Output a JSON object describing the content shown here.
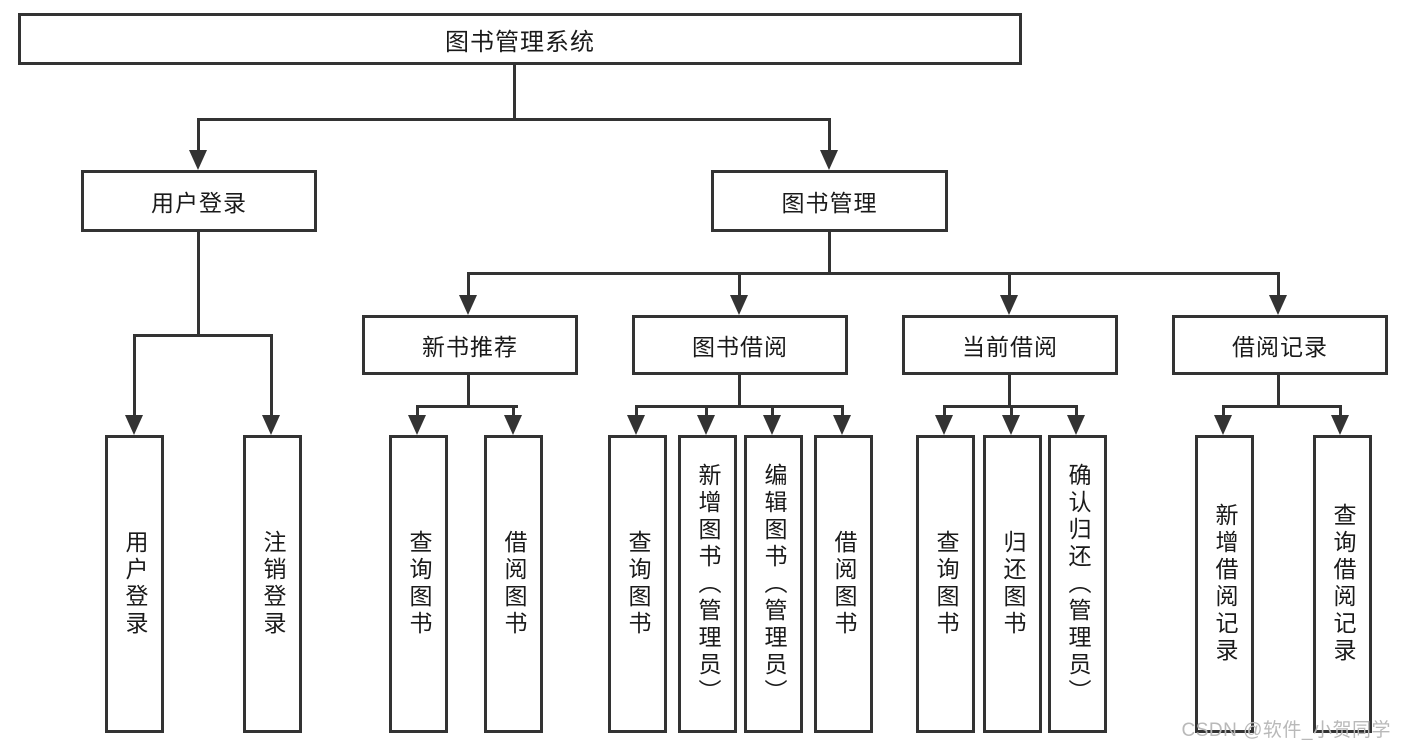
{
  "diagram": {
    "title_box": {
      "label": "图书管理系统"
    },
    "level2": [
      {
        "id": "user-login",
        "label": "用户登录"
      },
      {
        "id": "book-management",
        "label": "图书管理"
      }
    ],
    "level3": [
      {
        "id": "new-book-recommend",
        "label": "新书推荐"
      },
      {
        "id": "book-borrow",
        "label": "图书借阅"
      },
      {
        "id": "current-borrow",
        "label": "当前借阅"
      },
      {
        "id": "borrow-record",
        "label": "借阅记录"
      }
    ],
    "leaves": {
      "user_login": [
        {
          "id": "leaf-user-login",
          "label": "用户登录"
        },
        {
          "id": "leaf-logout-login",
          "label": "注销登录"
        }
      ],
      "new_book_recommend": [
        {
          "id": "leaf-query-book-1",
          "label": "查询图书"
        },
        {
          "id": "leaf-borrow-book-1",
          "label": "借阅图书"
        }
      ],
      "book_borrow": [
        {
          "id": "leaf-query-book-2",
          "label": "查询图书"
        },
        {
          "id": "leaf-add-book",
          "label": "新增图书（管理员）"
        },
        {
          "id": "leaf-edit-book",
          "label": "编辑图书（管理员）"
        },
        {
          "id": "leaf-borrow-book-2",
          "label": "借阅图书"
        }
      ],
      "current_borrow": [
        {
          "id": "leaf-query-book-3",
          "label": "查询图书"
        },
        {
          "id": "leaf-return-book",
          "label": "归还图书"
        },
        {
          "id": "leaf-confirm-return",
          "label": "确认归还（管理员）"
        }
      ],
      "borrow_record": [
        {
          "id": "leaf-add-record",
          "label": "新增借阅记录"
        },
        {
          "id": "leaf-query-record",
          "label": "查询借阅记录"
        }
      ]
    }
  },
  "watermark": {
    "text": "CSDN @软件_小贺同学"
  },
  "colors": {
    "line": "#333333",
    "box_fill": "#ffffff",
    "text": "#1a1a1a",
    "watermark": "#b9b9b9",
    "background": "#ffffff"
  }
}
